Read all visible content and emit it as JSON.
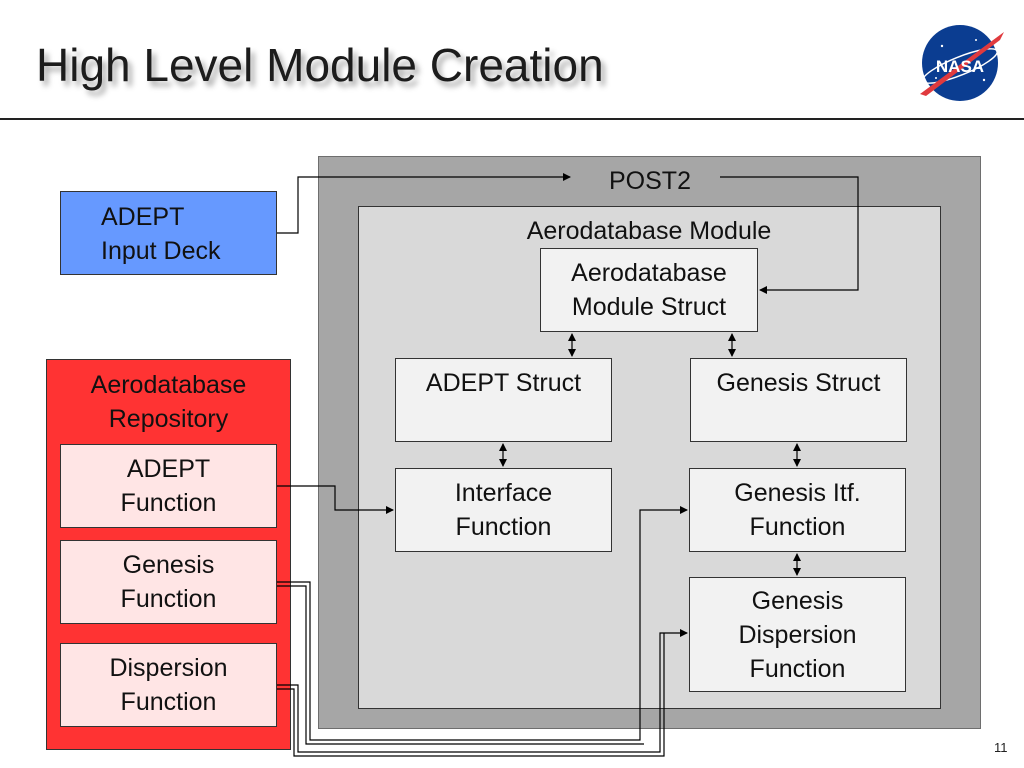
{
  "slide": {
    "title": "High Level Module Creation",
    "page_number": "11",
    "logo_text": "NASA"
  },
  "diagram": {
    "post2_label": "POST2",
    "aerodatabase_module_label": "Aerodatabase Module",
    "input_deck_label": "ADEPT\nInput Deck",
    "repository_label": "Aerodatabase\nRepository",
    "repository_items": [
      "ADEPT\nFunction",
      "Genesis\nFunction",
      "Dispersion\nFunction"
    ],
    "module_struct_label": "Aerodatabase\nModule Struct",
    "adept_struct_label": "ADEPT Struct",
    "genesis_struct_label": "Genesis Struct",
    "interface_function_label": "Interface\nFunction",
    "genesis_itf_label": "Genesis Itf.\nFunction",
    "genesis_dispersion_label": "Genesis\nDispersion\nFunction"
  },
  "colors": {
    "input_deck_fill": "#6699ff",
    "repository_fill": "#ff3333",
    "repository_item_fill": "#ffe5e5",
    "post2_fill": "#a6a6a6",
    "module_fill": "#d9d9d9",
    "box_fill": "#f2f2f2"
  }
}
